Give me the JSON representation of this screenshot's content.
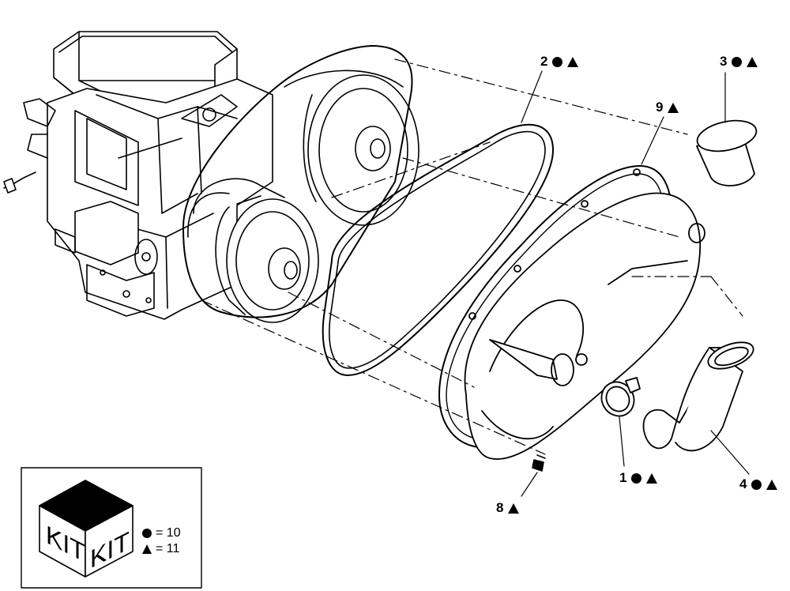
{
  "callouts": [
    {
      "id": "c2",
      "number": "2",
      "marks": [
        "dot",
        "triangle"
      ]
    },
    {
      "id": "c3",
      "number": "3",
      "marks": [
        "dot",
        "triangle"
      ]
    },
    {
      "id": "c9",
      "number": "9",
      "marks": [
        "triangle"
      ]
    },
    {
      "id": "c1",
      "number": "1",
      "marks": [
        "dot",
        "triangle"
      ]
    },
    {
      "id": "c4",
      "number": "4",
      "marks": [
        "dot",
        "triangle"
      ]
    },
    {
      "id": "c8",
      "number": "8",
      "marks": [
        "triangle"
      ]
    }
  ],
  "kit_box": {
    "face_left_text": "KIT",
    "face_right_text": "KIT",
    "legend": [
      {
        "symbol": "dot",
        "text": "= 10"
      },
      {
        "symbol": "triangle",
        "text": "= 11"
      }
    ]
  },
  "icons": [
    "engine",
    "drive-pulley",
    "driven-pulley",
    "drive-belt",
    "cvt-cover-gasket",
    "cvt-outer-cover",
    "air-duct-cap",
    "elbow-duct",
    "hose-clamp",
    "screw",
    "kit-box-icon"
  ]
}
